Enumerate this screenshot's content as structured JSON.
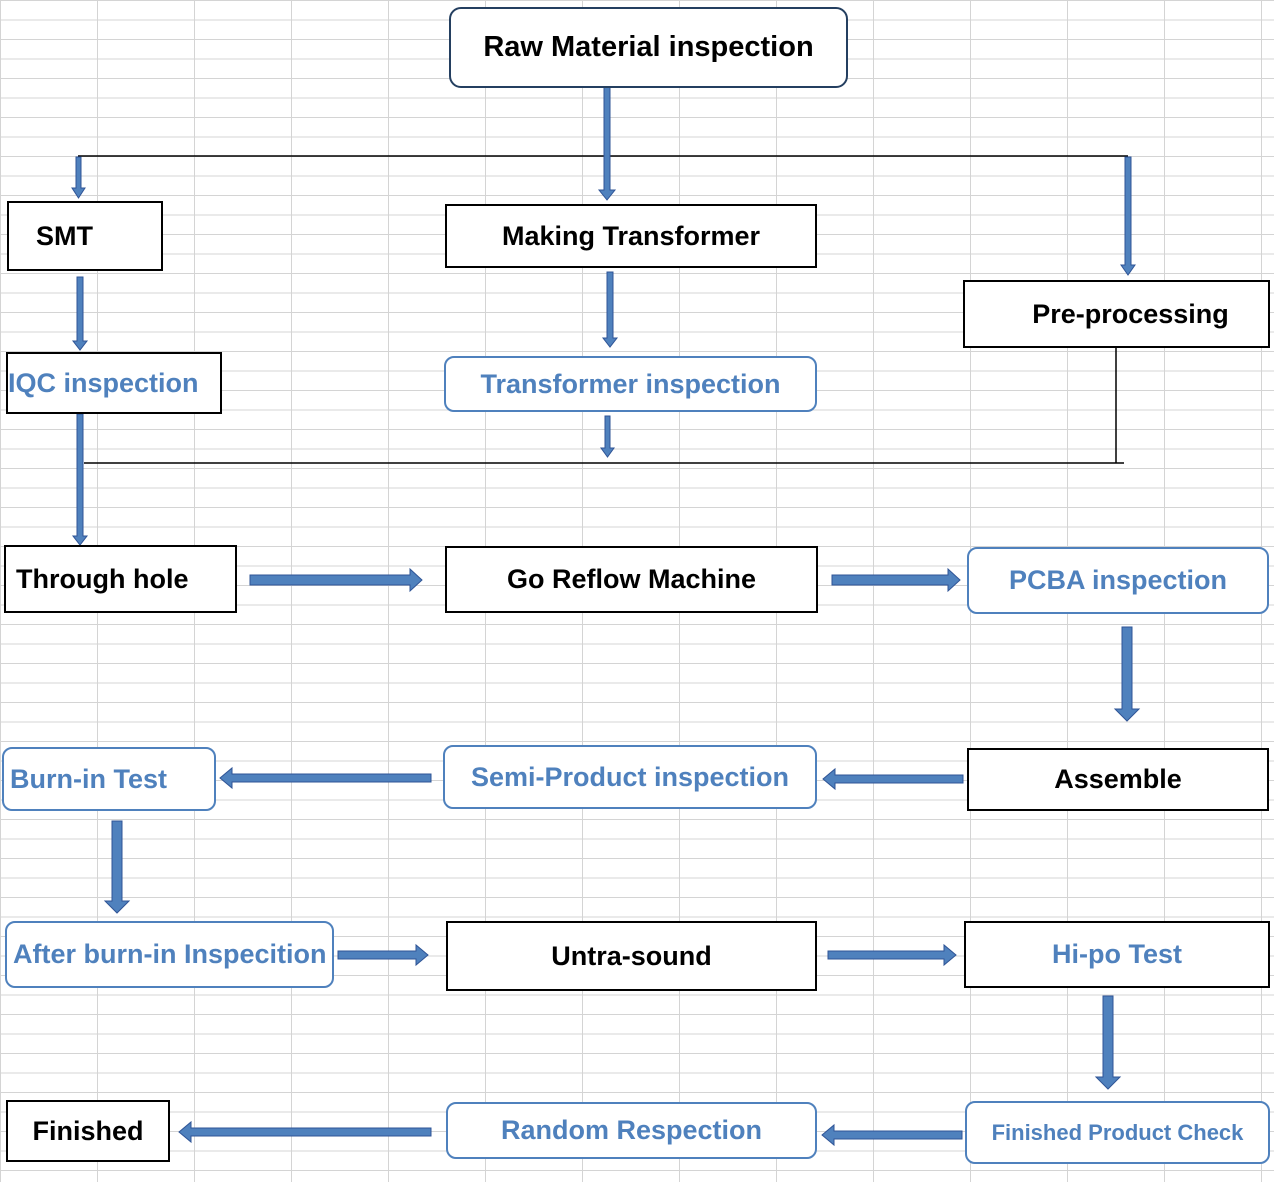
{
  "nodes": {
    "raw_material": "Raw Material inspection",
    "smt": "SMT",
    "making_transformer": "Making Transformer",
    "pre_processing": "Pre-processing",
    "iqc": "IQC inspection",
    "transformer_inspection": "Transformer inspection",
    "through_hole": "Through hole",
    "reflow": "Go Reflow Machine",
    "pcba": "PCBA inspection",
    "assemble": "Assemble",
    "semi_product": "Semi-Product inspection",
    "burn_in": "Burn-in Test",
    "after_burn_in": "After burn-in Inspecition",
    "ultrasound": "Untra-sound",
    "hipo": "Hi-po Test",
    "finished_check": "Finished Product Check",
    "random": "Random Respection",
    "finished": "Finished"
  },
  "colors": {
    "inspection_text": "#4f81bd",
    "arrow": "#4f81bd",
    "arrow_outline": "#2f5496",
    "connector": "#000000"
  }
}
